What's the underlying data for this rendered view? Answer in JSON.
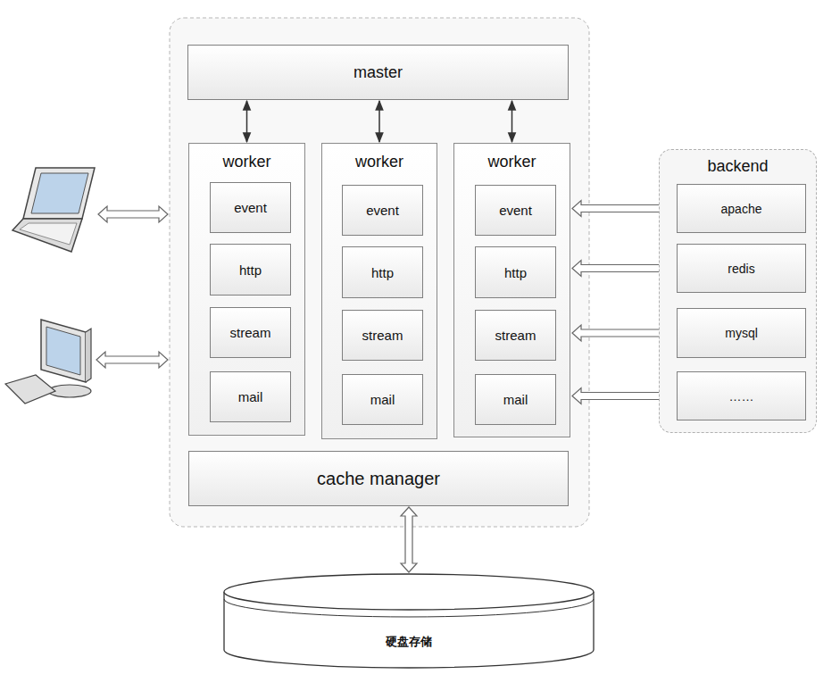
{
  "diagram": {
    "nodes": [
      {
        "text": [
          "master"
        ]
      },
      {
        "text": [
          "worker"
        ]
      },
      {
        "text": [
          "event"
        ],
        "in": 1
      },
      {
        "text": [
          "http"
        ],
        "in": 1
      },
      {
        "text": [
          "stream"
        ],
        "in": 1
      },
      {
        "text": [
          "mail"
        ],
        "in": 1
      },
      {
        "text": [
          "worker"
        ]
      },
      {
        "text": [
          "event"
        ],
        "in": 6
      },
      {
        "text": [
          "http"
        ],
        "in": 6
      },
      {
        "text": [
          "stream"
        ],
        "in": 6
      },
      {
        "text": [
          "mail"
        ],
        "in": 6
      },
      {
        "text": [
          "worker"
        ]
      },
      {
        "text": [
          "event"
        ],
        "in": 11
      },
      {
        "text": [
          "http"
        ],
        "in": 11
      },
      {
        "text": [
          "stream"
        ],
        "in": 11
      },
      {
        "text": [
          "mail"
        ],
        "in": 11
      },
      {
        "text": [
          "cache manager"
        ]
      },
      {
        "text": [
          "backend"
        ]
      },
      {
        "text": [
          "apache"
        ],
        "in": 17
      },
      {
        "text": [
          "redis"
        ],
        "in": 17
      },
      {
        "text": [
          "mysql"
        ],
        "in": 17
      },
      {
        "text": [
          "……"
        ],
        "in": 17
      },
      {
        "text": [
          "硬盘存储"
        ]
      }
    ],
    "edges": [
      {
        "from": 0,
        "to": 1,
        "arrow": "both"
      },
      {
        "from": 0,
        "to": 6,
        "arrow": "both"
      },
      {
        "from": 0,
        "to": 11,
        "arrow": "both"
      },
      {
        "from": 11,
        "to": 18,
        "arrow": "both"
      },
      {
        "from": 11,
        "to": 19,
        "arrow": "both"
      },
      {
        "from": 11,
        "to": 20,
        "arrow": "both"
      },
      {
        "from": 11,
        "to": 21,
        "arrow": "both"
      },
      {
        "from": 16,
        "to": 22,
        "arrow": "both"
      }
    ]
  }
}
